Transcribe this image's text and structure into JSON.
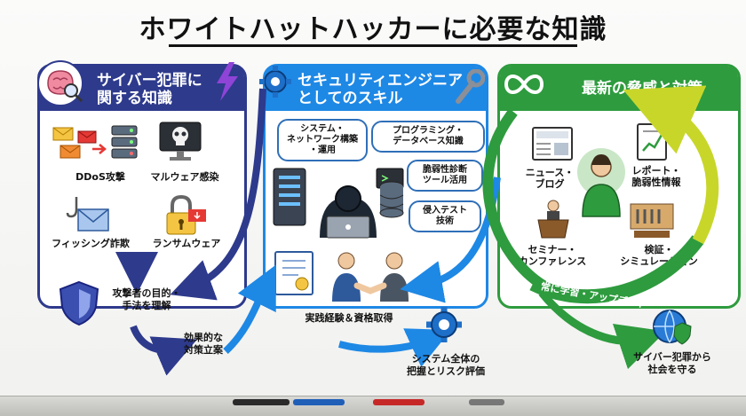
{
  "title": "ホワイトハットハッカーに必要な知識",
  "panels": {
    "cyber": {
      "heading": "サイバー犯罪に\n関する知識",
      "items": {
        "ddos": "DDoS攻撃",
        "malware": "マルウェア感染",
        "phishing": "フィッシング詐欺",
        "ransomware": "ランサムウェア"
      }
    },
    "skills": {
      "heading": "セキュリティエンジニア\nとしてのスキル",
      "bubbles": {
        "system": "システム・\nネットワーク構築\n・運用",
        "programming": "プログラミング・\nデータベース知識",
        "vuln": "脆弱性診断\nツール活用",
        "pentest": "侵入テスト\n技術"
      },
      "practice": "実践経験＆資格取得"
    },
    "latest": {
      "heading": "最新の脅威と対策",
      "items": {
        "news": "ニュース・\nブログ",
        "report": "レポート・\n脆弱性情報",
        "seminar": "セミナー・\nカンファレンス",
        "verify": "検証・\nシミュレーション"
      },
      "cycle": "常に学習・アップデート"
    }
  },
  "flow": {
    "understand": "攻撃者の目的・\n手法を理解",
    "measures": "効果的な\n対策立案",
    "overview": "システム全体の\n把握とリスク評価",
    "protect": "サイバー犯罪から\n社会を守る"
  },
  "colors": {
    "cyber": "#2e3a8c",
    "skills": "#1e88e5",
    "latest": "#2e9b3e",
    "cycle": "#c8d62a"
  },
  "icons": [
    "brain-icon",
    "lightning-icon",
    "envelope-icon",
    "server-icon",
    "monitor-skull-icon",
    "fishhook-icon",
    "padlock-icon",
    "gear-icon",
    "wrench-icon",
    "hacker-icon",
    "database-icon",
    "certificate-icon",
    "handshake-icon",
    "infinity-icon",
    "newspaper-icon",
    "chart-document-icon",
    "person-icon",
    "podium-icon",
    "toolbox-icon",
    "shield-icon",
    "globe-shield-icon"
  ]
}
